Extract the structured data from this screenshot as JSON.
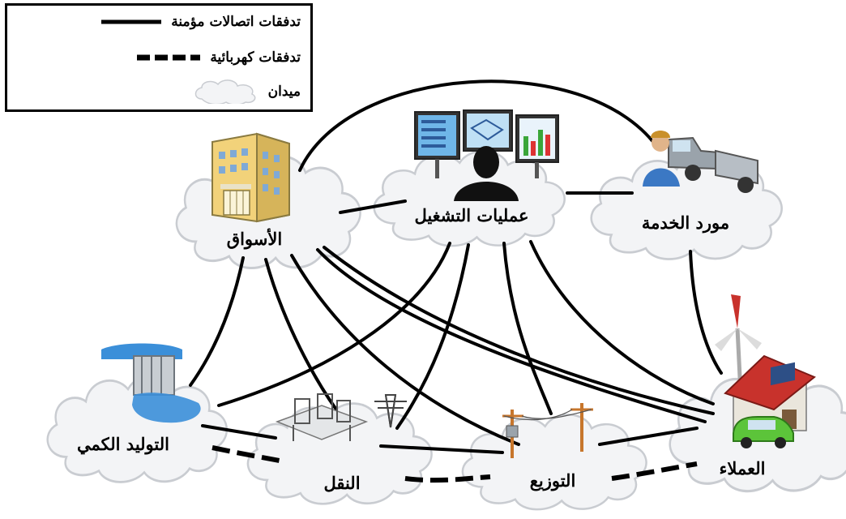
{
  "legend": {
    "secure_comm_label": "تدفقات اتصالات مؤمنة",
    "electric_flow_label": "تدفقات كهربائية",
    "domain_label": "ميدان"
  },
  "nodes": {
    "markets": "الأسواق",
    "operations": "عمليات التشغيل",
    "service_provider": "مورد الخدمة",
    "bulk_generation": "التوليد الكمي",
    "transmission": "النقل",
    "distribution": "التوزيع",
    "customers": "العملاء"
  },
  "colors": {
    "line": "#000000",
    "cloud_fill": "#f3f4f6",
    "cloud_stroke": "#c9ccd1",
    "water": "#3b8fd9",
    "building": "#f2d27a",
    "house_roof": "#c8322c",
    "car": "#5cc43a",
    "monitor_screen": "#6fb6e8"
  },
  "icons": [
    "building-icon",
    "operator-monitors-icon",
    "service-truck-icon",
    "dam-icon",
    "substation-icon",
    "utility-pole-icon",
    "wind-turbine-icon",
    "house-icon",
    "electric-car-icon"
  ]
}
